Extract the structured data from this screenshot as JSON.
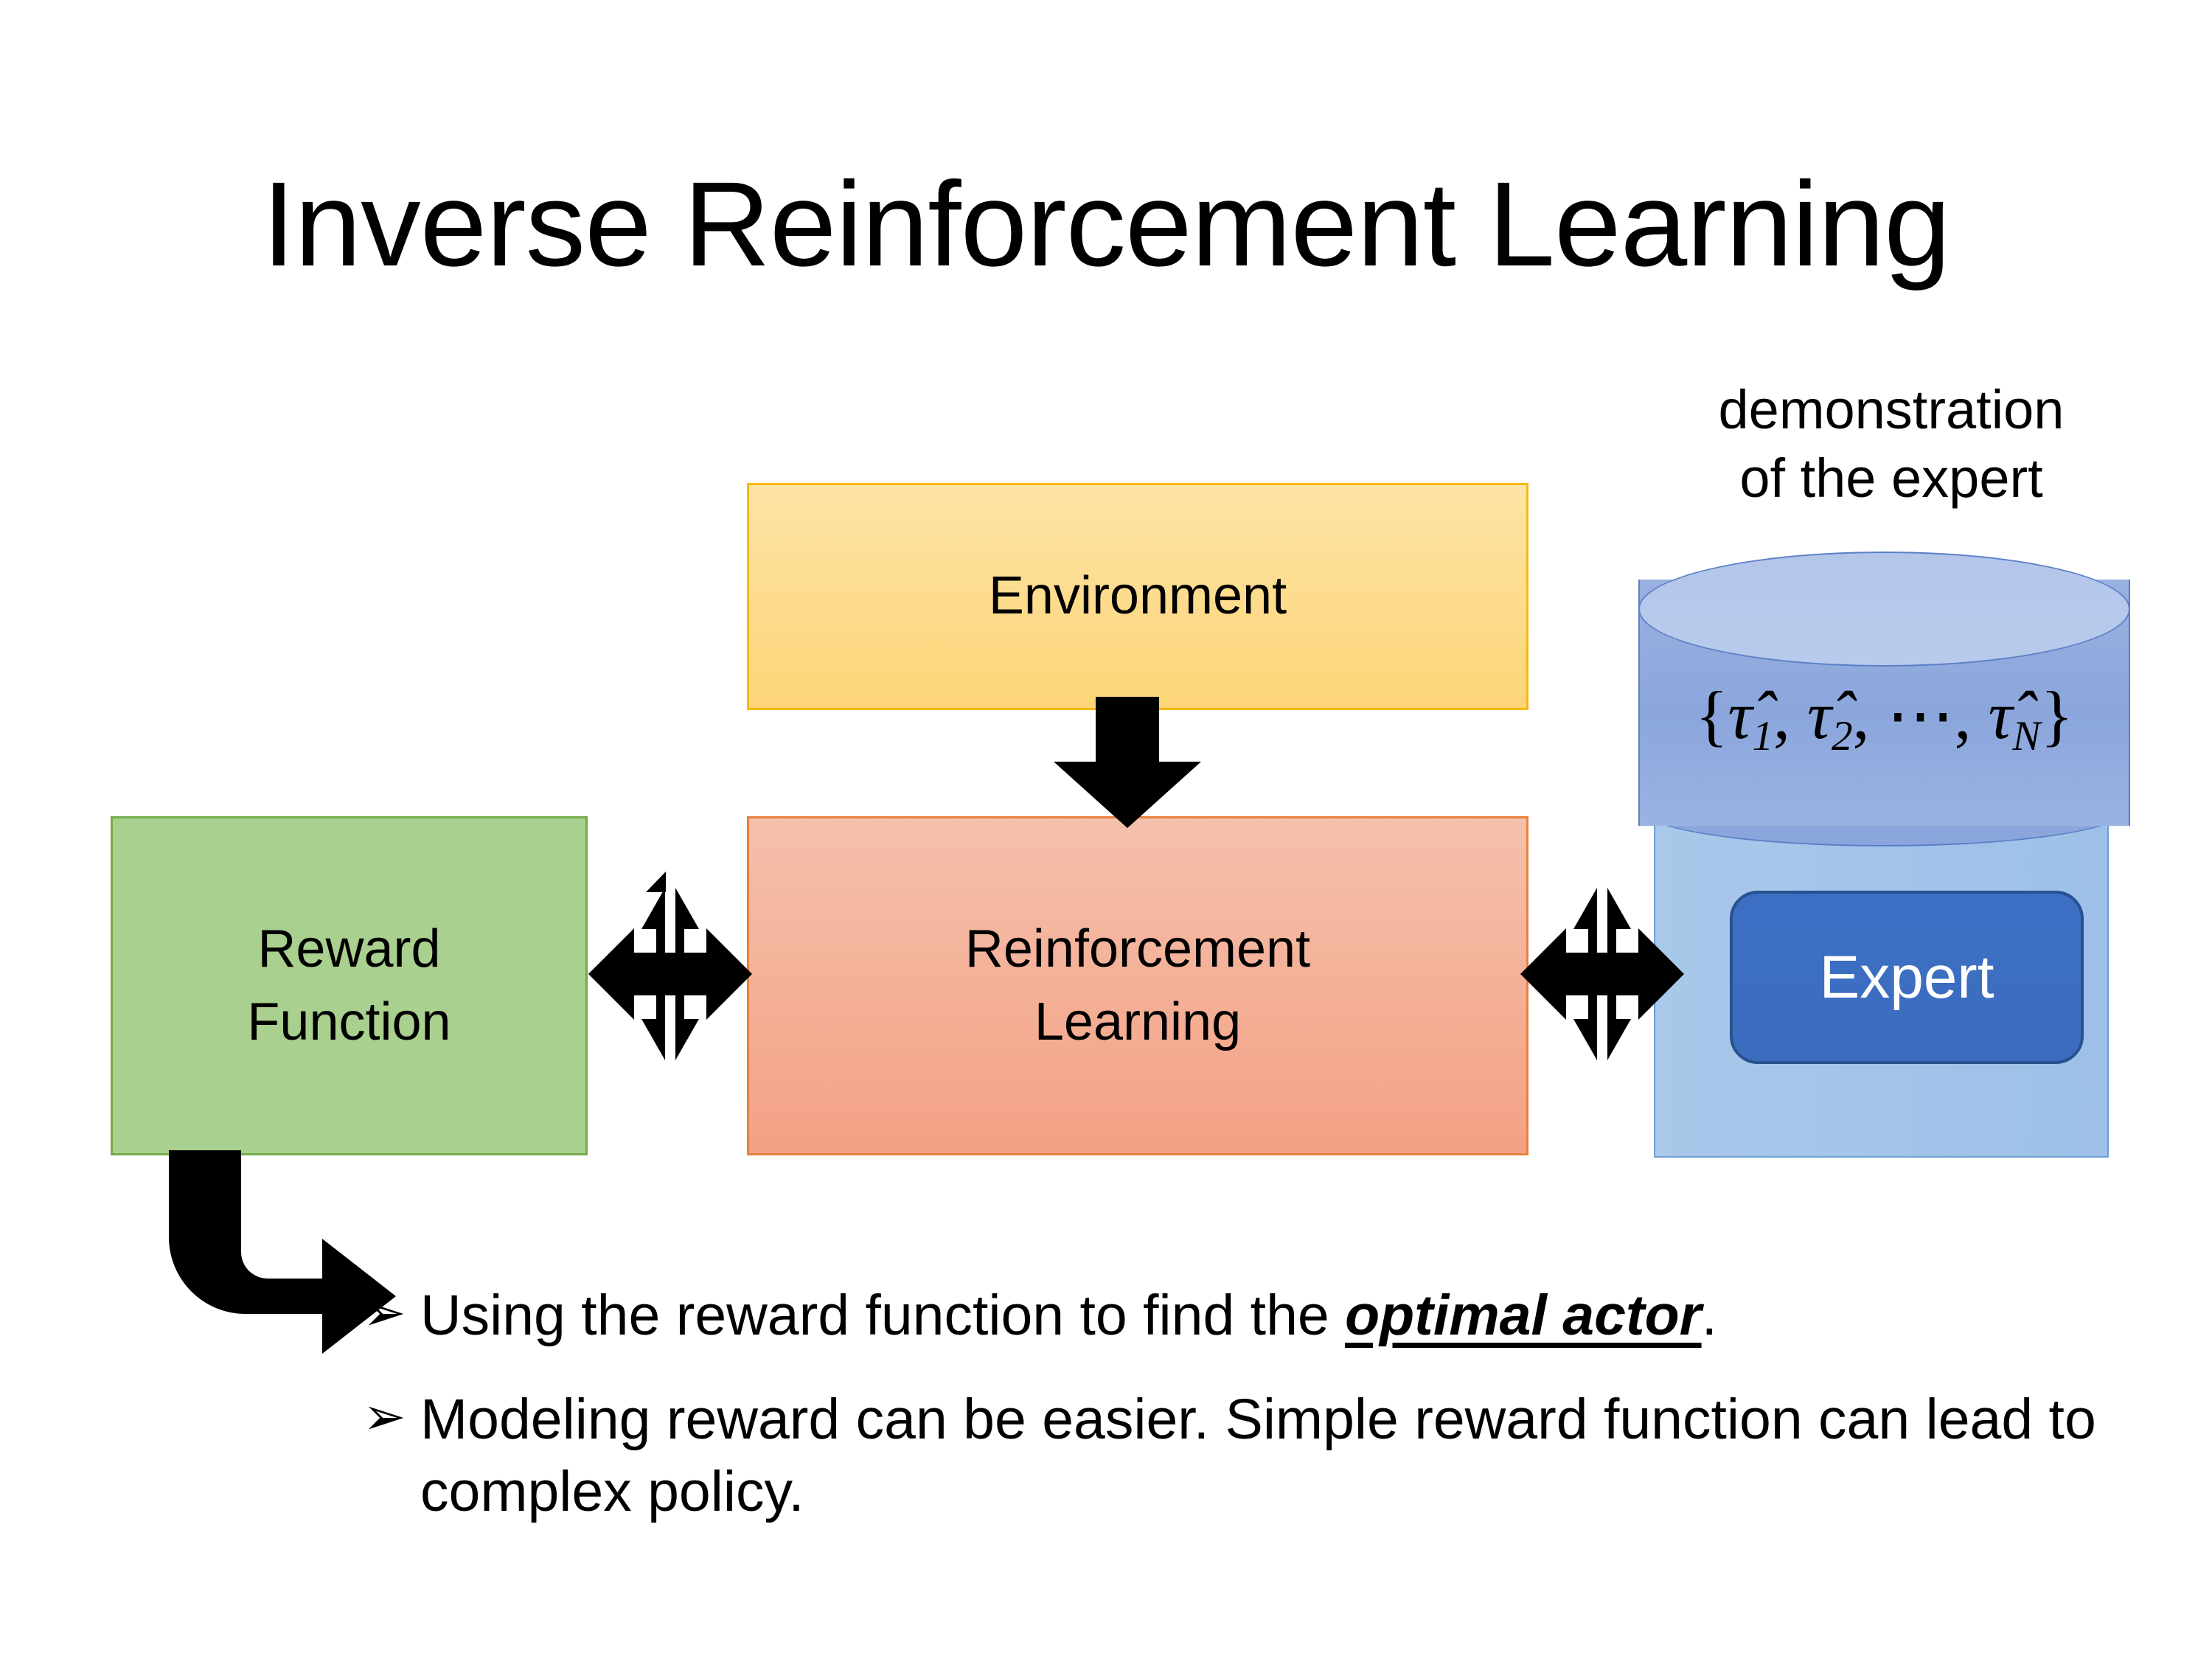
{
  "slide": {
    "title": "Inverse Reinforcement Learning",
    "background_color": "#ffffff"
  },
  "diagram": {
    "environment_box": {
      "label": "Environment",
      "fill_top": "#fde3a6",
      "fill_bottom": "#fdd577",
      "border_color": "#f4b914"
    },
    "rl_box": {
      "label_line1": "Reinforcement",
      "label_line2": "Learning",
      "fill_top": "#f5c0ac",
      "fill_bottom": "#f4a184",
      "border_color": "#e8803c"
    },
    "reward_box": {
      "label_line1": "Reward",
      "label_line2": "Function",
      "fill": "#a9d08e",
      "border_color": "#74ab4c"
    },
    "expert_panel": {
      "fill": "#a9c8ea",
      "border_color": "#6f9fd8",
      "button_label": "Expert",
      "button_fill": "#3c6fc4",
      "button_border": "#27518f",
      "button_text_color": "#ffffff"
    },
    "demonstration_cylinder": {
      "caption_line1": "demonstration",
      "caption_line2": "of the expert",
      "math_open": "{",
      "math_tau1": "τ̂",
      "math_sub1": "1",
      "math_comma1": ", ",
      "math_tau2": "τ̂",
      "math_sub2": "2",
      "math_comma2": ", ",
      "math_dots": "⋯",
      "math_comma3": ", ",
      "math_tauN": "τ̂",
      "math_subN": "N",
      "math_close": "}",
      "body_fill": "#8ba6dc",
      "top_fill": "#b3c6ea",
      "outline": "#5b7fc7"
    },
    "arrows": {
      "environment_to_rl": "down-arrow",
      "reward_to_rl": "double-headed-arrow",
      "rl_to_expert": "double-headed-arrow",
      "reward_to_bullet": "elbow-arrow",
      "color": "#000000"
    }
  },
  "bullets": {
    "marker": "➢",
    "items": [
      {
        "prefix": "Using the reward function to find the ",
        "emphasis": "optimal actor",
        "suffix": "."
      },
      {
        "prefix": "Modeling reward can be easier. Simple reward function can lead to complex policy.",
        "emphasis": "",
        "suffix": ""
      }
    ]
  }
}
